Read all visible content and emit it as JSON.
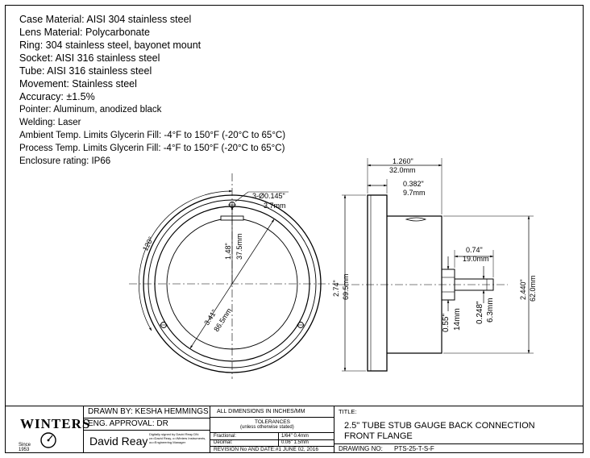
{
  "specs": [
    {
      "text": "Case Material: AISI 304 stainless steel",
      "small": false
    },
    {
      "text": "Lens Material: Polycarbonate",
      "small": false
    },
    {
      "text": "Ring: 304 stainless steel, bayonet mount",
      "small": false
    },
    {
      "text": "Socket: AISI 316 stainless steel",
      "small": false
    },
    {
      "text": "Tube: AISI 316 stainless steel",
      "small": false
    },
    {
      "text": "Movement: Stainless steel",
      "small": false
    },
    {
      "text": "Accuracy: ±1.5%",
      "small": false
    },
    {
      "text": "Pointer: Aluminum, anodized black",
      "small": true
    },
    {
      "text": "Welding: Laser",
      "small": true
    },
    {
      "text": "Ambient Temp. Limits Glycerin Fill: -4°F to 150°F (-20°C to 65°C)",
      "small": true
    },
    {
      "text": "Process Temp. Limits Glycerin Fill: -4°F to 150°F (-20°C to 65°C)",
      "small": true
    },
    {
      "text": "Enclosure rating: IP66",
      "small": true
    }
  ],
  "dims": {
    "holes": "3-Ø0.145\"",
    "holes_mm": "3.7mm",
    "angle": "120°",
    "r_in": "1.48\"",
    "r_mm": "37.5mm",
    "dia_in": "3.41\"",
    "dia_mm": "86.5mm",
    "width_in": "1.260\"",
    "width_mm": "32.0mm",
    "flange_in": "0.382\"",
    "flange_mm": "9.7mm",
    "height_in": "2.74\"",
    "height_mm": "69.5mm",
    "stub_in": "0.74\"",
    "stub_mm": "19.0mm",
    "hex_in": "0.55\"",
    "hex_mm": "14mm",
    "tube_in": "0.248\"",
    "tube_mm": "6.3mm",
    "case_in": "2.440\"",
    "case_mm": "62.0mm"
  },
  "titleblock": {
    "logo": "WINTERS",
    "logo_since": "Since",
    "logo_year": "1953",
    "drawn_by": "DRAWN BY: KESHA HEMMINGS",
    "eng_approval": "ENG. APPROVAL: DR",
    "signature": "David Reay",
    "signature_note": "Digitally signed by David Reay DN: cn=David Reay, o=Winters Instruments, ou=Engineering Manager",
    "units": "ALL DIMENSIONS IN INCHES/MM",
    "tolerances": "TOLERANCES",
    "tolerances_sub": "(unless otherwise stated)",
    "fractional_label": "Fractional:",
    "fractional_value": "1/64\" 0.4mm",
    "decimal_label": "Decimal:",
    "decimal_value": "0.06\" 1.5mm",
    "revision": "REVISION No AND DATE:#1 JUNE 02, 2016",
    "title_label": "TITLE:",
    "title_line1": "2.5\" TUBE STUB GAUGE BACK CONNECTION",
    "title_line2": "FRONT FLANGE",
    "drawing_no_label": "DRAWING NO:",
    "drawing_no": "PTS-25-T-S-F"
  }
}
